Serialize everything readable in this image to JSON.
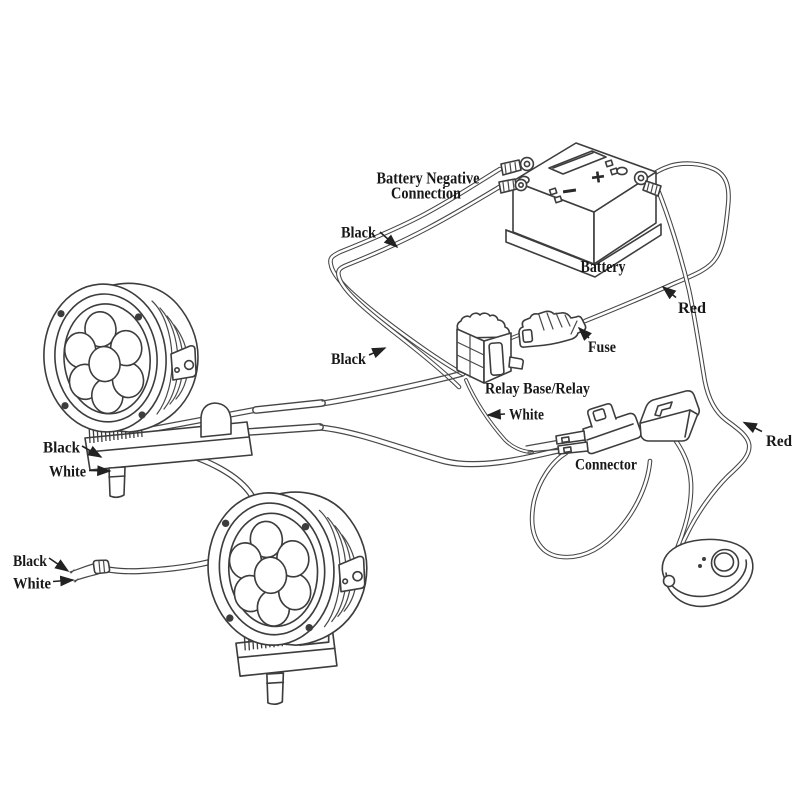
{
  "diagram": {
    "labels": {
      "battery_negative_line1": "Battery Negative",
      "battery_negative_line2": "Connection",
      "black_top": "Black",
      "battery": "Battery",
      "red_top": "Red",
      "black_mid": "Black",
      "fuse": "Fuse",
      "relay": "Relay Base/Relay",
      "white_relay": "White",
      "red_right": "Red",
      "connector": "Connector",
      "black_light1": "Black",
      "white_light1": "White",
      "black_cable_end": "Black",
      "white_cable_end": "White"
    },
    "colors": {
      "background": "#ffffff",
      "line": "#3d3d3d",
      "text": "#181818"
    }
  }
}
